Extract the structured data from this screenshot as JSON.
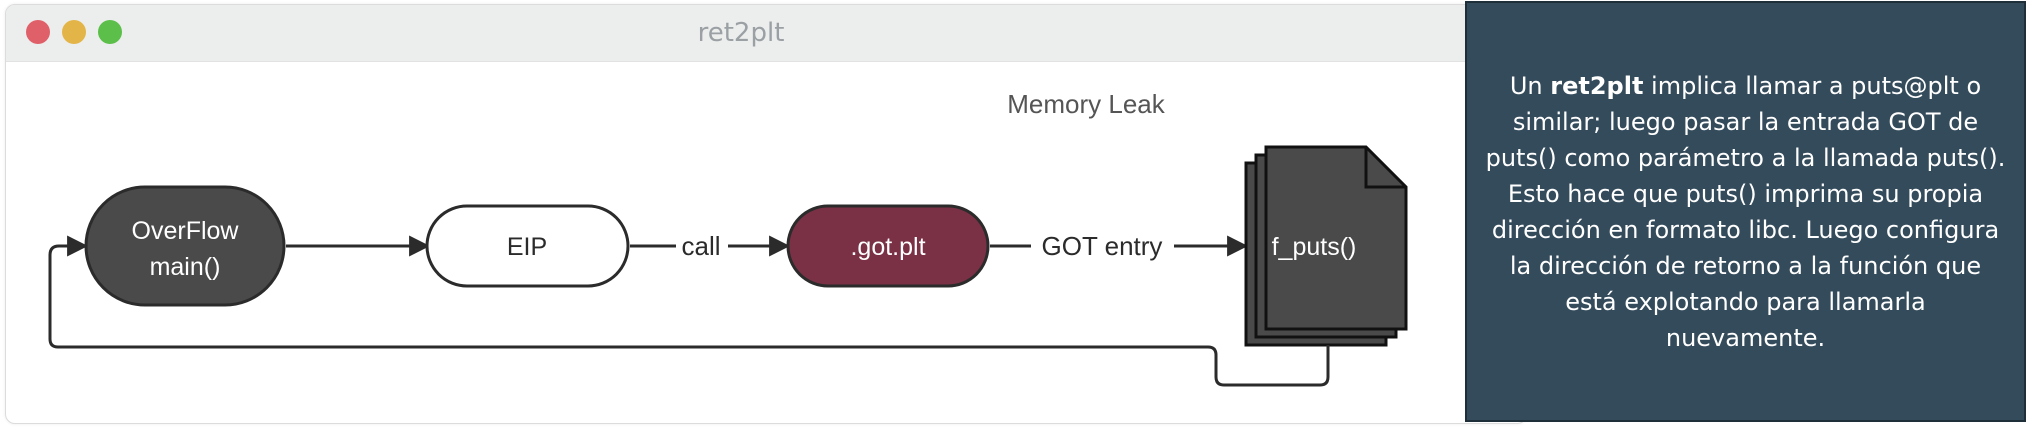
{
  "window": {
    "title": "ret2plt"
  },
  "diagram": {
    "title": "Memory Leak",
    "nodes": {
      "overflow": {
        "line1": "OverFlow",
        "line2": "main()"
      },
      "eip": {
        "label": "EIP"
      },
      "gotplt": {
        "label": ".got.plt"
      },
      "fputs": {
        "label": "f_puts()"
      }
    },
    "edges": {
      "call": "call",
      "got_entry": "GOT entry"
    }
  },
  "note": {
    "prefix": "Un ",
    "bold": "ret2plt",
    "rest": " implica llamar a puts@plt o similar; luego pasar la entrada GOT de puts() como parámetro a la llamada puts(). Esto hace que puts() imprima su propia dirección en formato libc. Luego configura la dirección de retorno a la función que está explotando para llamarla nuevamente."
  },
  "colors": {
    "overflow_fill": "#4a4a4a",
    "gotplt_fill": "#7a3045",
    "note_bg": "#344b5b",
    "doc_fill": "#4a4a4a",
    "line": "#2b2b2b"
  }
}
